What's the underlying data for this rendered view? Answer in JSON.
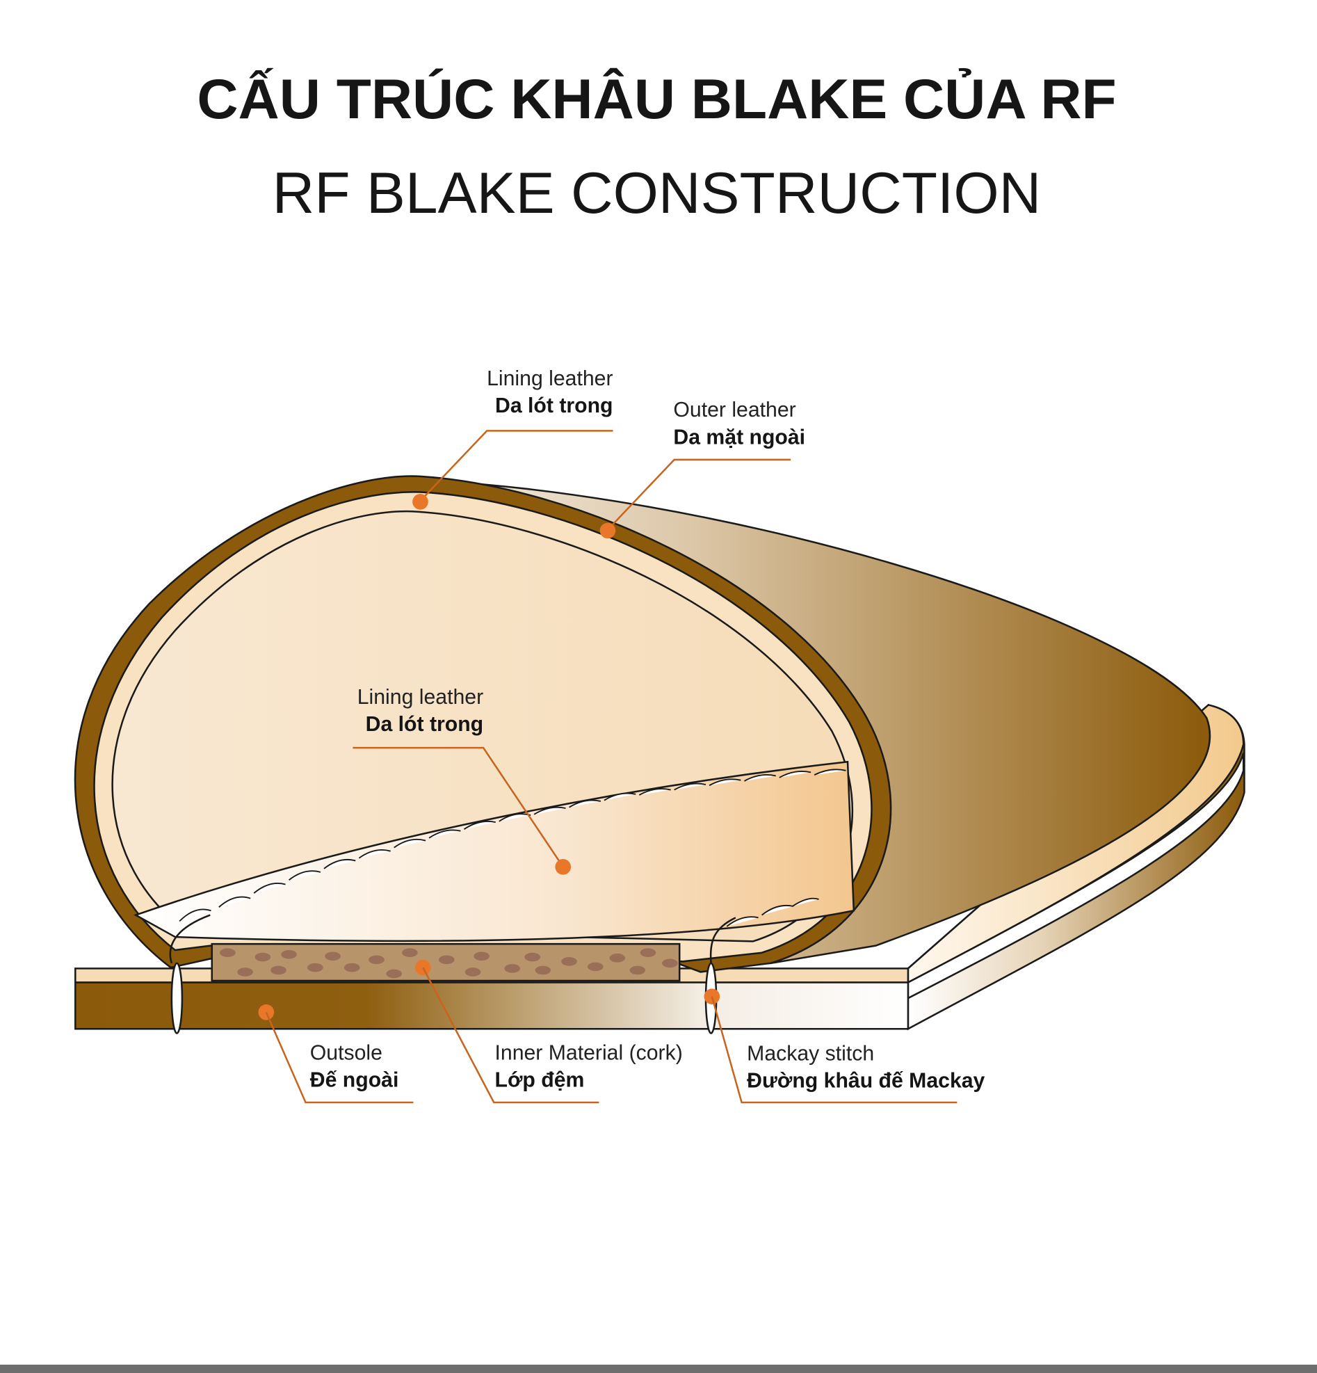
{
  "header": {
    "title_vi": "CẤU TRÚC KHÂU BLAKE CỦA RF",
    "title_en": "RF BLAKE CONSTRUCTION"
  },
  "labels": {
    "lining_top": {
      "en": "Lining leather",
      "vi": "Da lót trong"
    },
    "outer": {
      "en": "Outer leather",
      "vi": "Da mặt ngoài"
    },
    "lining_inner": {
      "en": "Lining leather",
      "vi": "Da lót trong"
    },
    "outsole": {
      "en": "Outsole",
      "vi": "Đế ngoài"
    },
    "inner_material": {
      "en": "Inner Material (cork)",
      "vi": "Lớp đệm"
    },
    "mackay": {
      "en": "Mackay stitch",
      "vi": "Đường khâu đế Mackay"
    }
  },
  "colors": {
    "leather_brown": "#8b5a0a",
    "cream": "#f7e2c4",
    "accent_orange": "#e8772a",
    "cork": "#b8946b"
  }
}
